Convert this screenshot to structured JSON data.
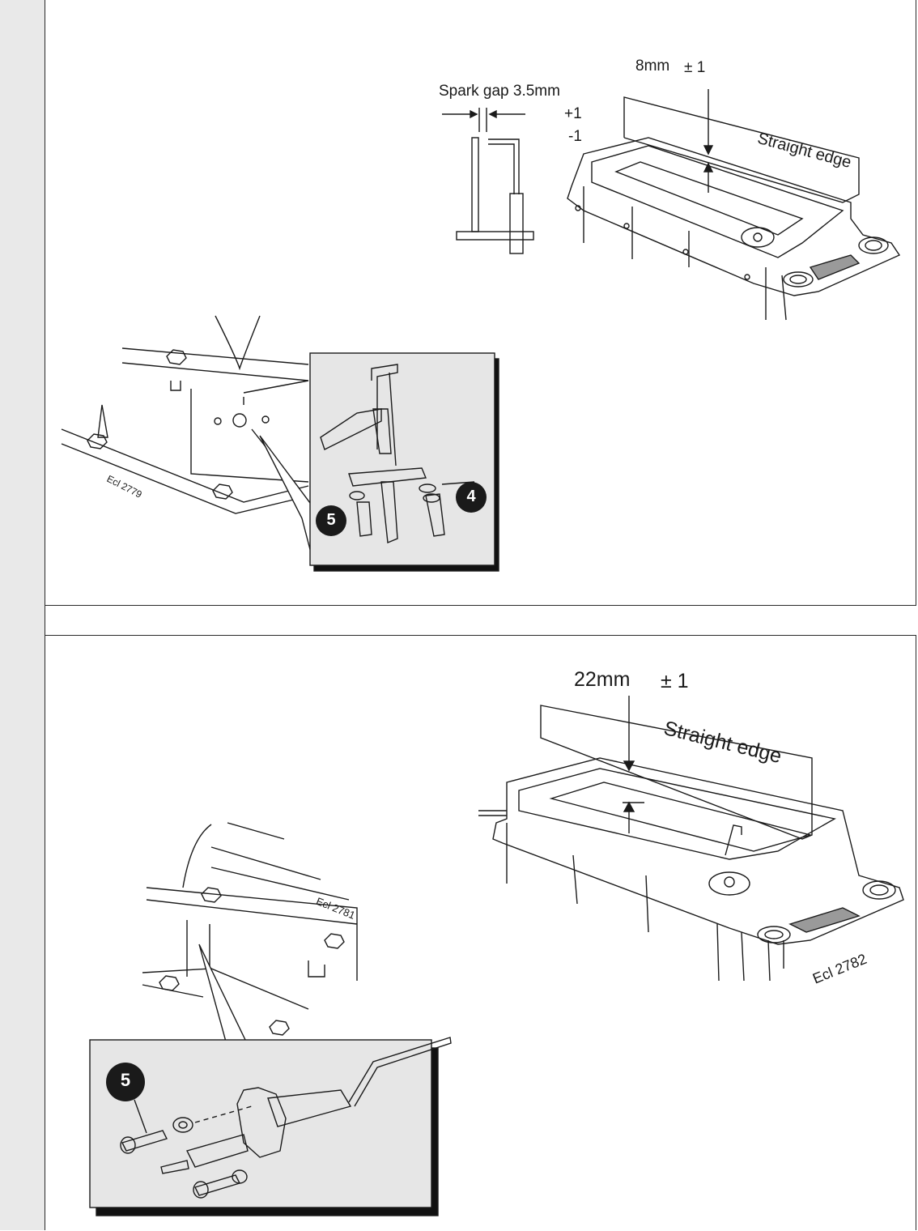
{
  "top_figure": {
    "spark_gap_label": "Spark gap 3.5mm",
    "tol_plus": "+1",
    "tol_minus": "-1",
    "gap_dim": "8mm",
    "gap_tol": "± 1",
    "straight_edge": "Straight edge",
    "ref": "Ecl 2779",
    "callout_4": "4",
    "callout_5": "5"
  },
  "bottom_figure": {
    "gap_dim": "22mm",
    "gap_tol": "± 1",
    "straight_edge": "Straight edge",
    "ref_left": "Ecl 2781",
    "ref_right": "Ecl 2782",
    "callout_5": "5"
  }
}
